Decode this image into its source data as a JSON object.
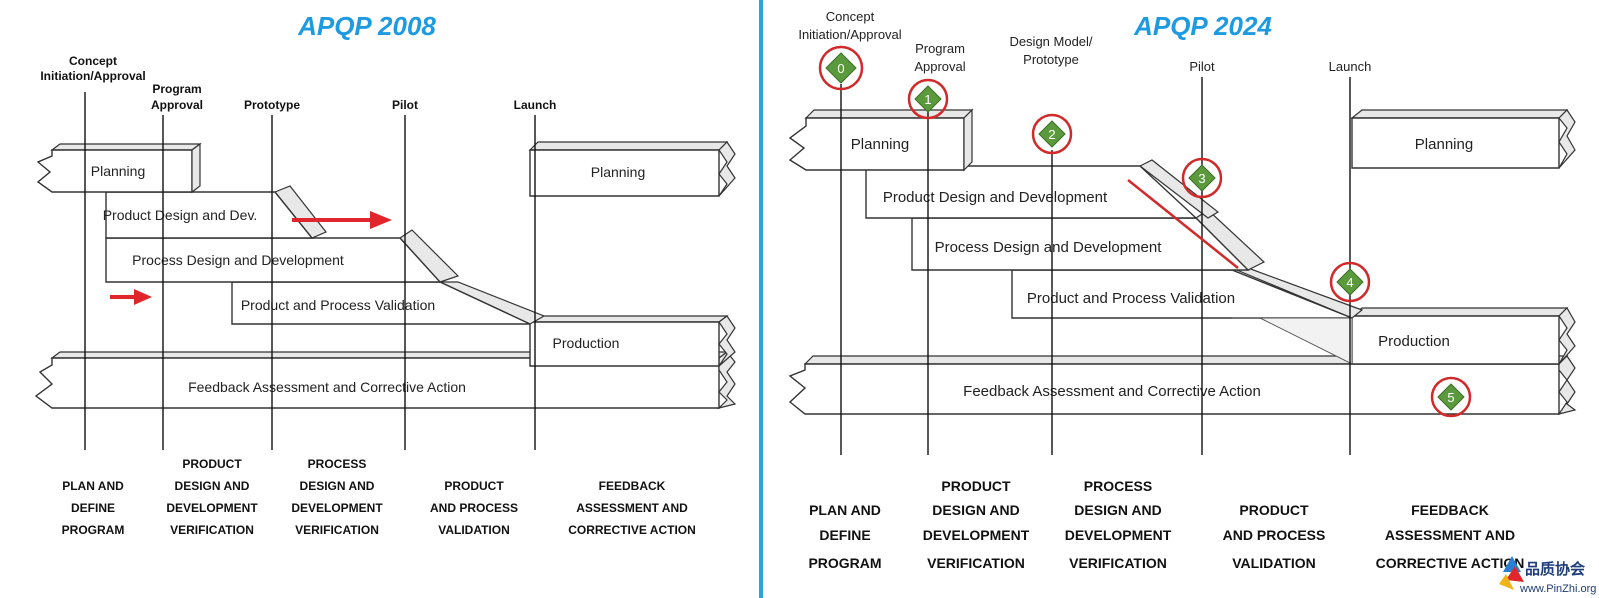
{
  "divider_color": "#29a3e0",
  "title_color": "#1e9be0",
  "arrow_color": "#e0262a",
  "milestone_color": "#5a9a3c",
  "ring_color": "#d12a2a",
  "left": {
    "title": "APQP 2008",
    "milestones": {
      "concept_1": "Concept",
      "concept_2": "Initiation/Approval",
      "program_1": "Program",
      "program_2": "Approval",
      "prototype": "Prototype",
      "pilot": "Pilot",
      "launch": "Launch"
    },
    "bars": {
      "planning": "Planning",
      "product_design": "Product Design and Dev.",
      "process_design": "Process Design and Development",
      "validation": "Product and Process Validation",
      "production": "Production",
      "feedback": "Feedback Assessment and Corrective Action",
      "planning_right": "Planning"
    },
    "phases": {
      "p1": [
        "PLAN AND",
        "DEFINE",
        "PROGRAM"
      ],
      "p2": [
        "PRODUCT",
        "DESIGN AND",
        "DEVELOPMENT",
        "VERIFICATION"
      ],
      "p3": [
        "PROCESS",
        "DESIGN AND",
        "DEVELOPMENT",
        "VERIFICATION"
      ],
      "p4": [
        "PRODUCT",
        "AND PROCESS",
        "VALIDATION"
      ],
      "p5": [
        "FEEDBACK",
        "ASSESSMENT AND",
        "CORRECTIVE ACTION"
      ]
    }
  },
  "right": {
    "title": "APQP 2024",
    "milestones": {
      "concept_1": "Concept",
      "concept_2": "Initiation/Approval",
      "program_1": "Program",
      "program_2": "Approval",
      "design_1": "Design Model/",
      "design_2": "Prototype",
      "pilot": "Pilot",
      "launch": "Launch"
    },
    "gates": [
      "0",
      "1",
      "2",
      "3",
      "4",
      "5"
    ],
    "bars": {
      "planning": "Planning",
      "product_design": "Product Design and Development",
      "process_design": "Process Design and Development",
      "validation": "Product and Process Validation",
      "production": "Production",
      "feedback": "Feedback Assessment and Corrective Action",
      "planning_right": "Planning"
    },
    "phases": {
      "p1": [
        "PLAN AND",
        "DEFINE",
        "PROGRAM"
      ],
      "p2": [
        "PRODUCT",
        "DESIGN AND",
        "DEVELOPMENT",
        "VERIFICATION"
      ],
      "p3": [
        "PROCESS",
        "DESIGN AND",
        "DEVELOPMENT",
        "VERIFICATION"
      ],
      "p4": [
        "PRODUCT",
        "AND PROCESS",
        "VALIDATION"
      ],
      "p5": [
        "FEEDBACK",
        "ASSESSMENT AND",
        "CORRECTIVE ACTION"
      ]
    }
  },
  "watermark": {
    "cn": "品质协会",
    "url": "www.PinZhi.org"
  }
}
